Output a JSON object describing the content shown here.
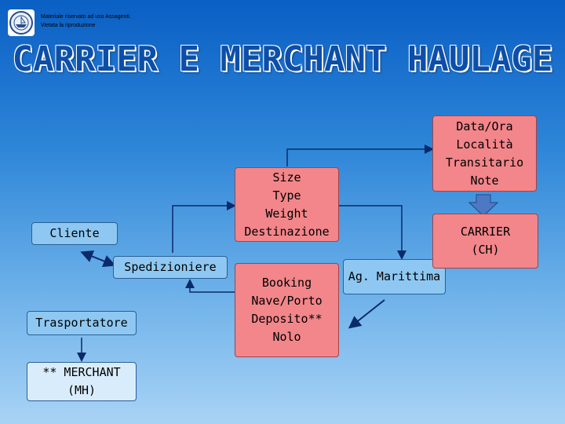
{
  "header": {
    "notice_line1": "Materiale riservato ad uso Assagenti.",
    "notice_line2": "Vietata la riproduzione"
  },
  "slide": {
    "title": "CARRIER E MERCHANT HAULAGE"
  },
  "diagram": {
    "cliente": "Cliente",
    "spedizioniere": "Spedizioniere",
    "trasportatore": "Trasportatore",
    "merchant": "** MERCHANT\n(MH)",
    "shipment_info": "Size\nType\nWeight\nDestinazione",
    "booking_info": "Booking\nNave/Porto\nDeposito**\nNolo",
    "agente": "Ag. Marittima",
    "carrier_info": "Data/Ora\nLocalità\nTransitario\nNote",
    "carrier": "CARRIER\n(CH)"
  }
}
